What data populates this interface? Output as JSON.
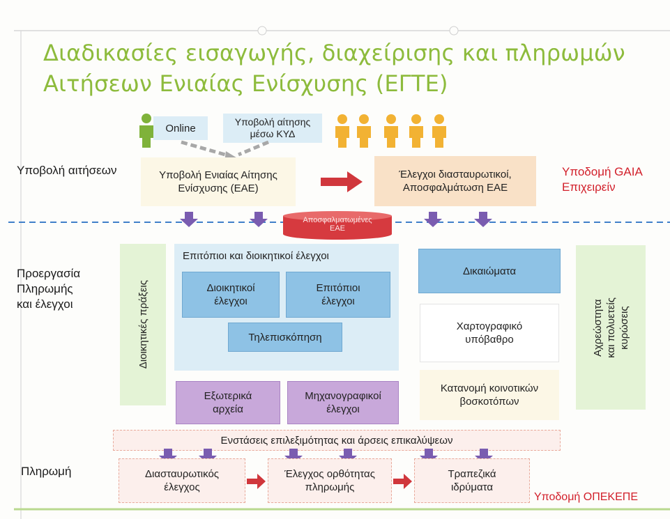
{
  "title": {
    "line1": "Διαδικασίες εισαγωγής, διαχείρισης και πληρωμών",
    "line2": "Αιτήσεων Ενιαίας Ενίσχυσης (ΕΓΤΕ)"
  },
  "inputs": {
    "online": "Online",
    "kyd_line1": "Υποβολή αίτησης",
    "kyd_line2": "μέσω ΚΥΔ"
  },
  "rows": {
    "submission": "Υποβολή αιτήσεων",
    "processing_line1": "Προεργασία",
    "processing_line2": "Πληρωμής",
    "processing_line3": "και έλεγχοι",
    "payment": "Πληρωμή"
  },
  "submission": {
    "eae_line1": "Υποβολή Ενιαίας Αίτησης",
    "eae_line2": "Ενίσχυσης (ΕΑΕ)",
    "checks_line1": "Έλεγχοι διασταυρωτικοί,",
    "checks_line2": "Αποσφαλμάτωση ΕΑΕ",
    "gaia_line1": "Υποδομή GAIA",
    "gaia_line2": "Επιχειρείν",
    "debugged_line1": "Αποσφαλματωμένες",
    "debugged_line2": "ΕΑΕ"
  },
  "processing": {
    "admin_actions": "Διοικητικές πράξεις",
    "checks_title": "Επιτόπιοι και διοικητικοί έλεγχοι",
    "admin_checks_line1": "Διοικητικοί",
    "admin_checks_line2": "έλεγχοι",
    "onsite_checks_line1": "Επιτόπιοι",
    "onsite_checks_line2": "έλεγχοι",
    "remote_sensing": "Τηλεπισκόπηση",
    "external_files_line1": "Εξωτερικά",
    "external_files_line2": "αρχεία",
    "computer_checks_line1": "Μηχανογραφικοί",
    "computer_checks_line2": "έλεγχοι",
    "rights": "Δικαιώματα",
    "cartographic_line1": "Χαρτογραφικό",
    "cartographic_line2": "υπόβαθρο",
    "pasture_line1": "Κατανομή κοινοτικών",
    "pasture_line2": "βοσκοτόπων",
    "penalties_line1": "Αχρεώστητα",
    "penalties_line2": "και πολυετείς",
    "penalties_line3": "κυρώσεις",
    "objections": "Ενστάσεις επιλεξιμότητας και άρσεις επικαλύψεων"
  },
  "payment": {
    "cross_check_line1": "Διασταυρωτικός",
    "cross_check_line2": "έλεγχος",
    "correctness_line1": "Έλεγχος ορθότητας",
    "correctness_line2": "πληρωμής",
    "banks_line1": "Τραπεζικά",
    "banks_line2": "ιδρύματα",
    "opekepe": "Υποδομή ΟΠΕΚΕΠΕ"
  },
  "colors": {
    "title_green": "#8dbb3c",
    "accent_red": "#d21f2a",
    "arrow_purple": "#7a5cb0",
    "dash_blue": "#3f7fc9",
    "person_green": "#7fb23a",
    "person_orange": "#f2b233"
  }
}
